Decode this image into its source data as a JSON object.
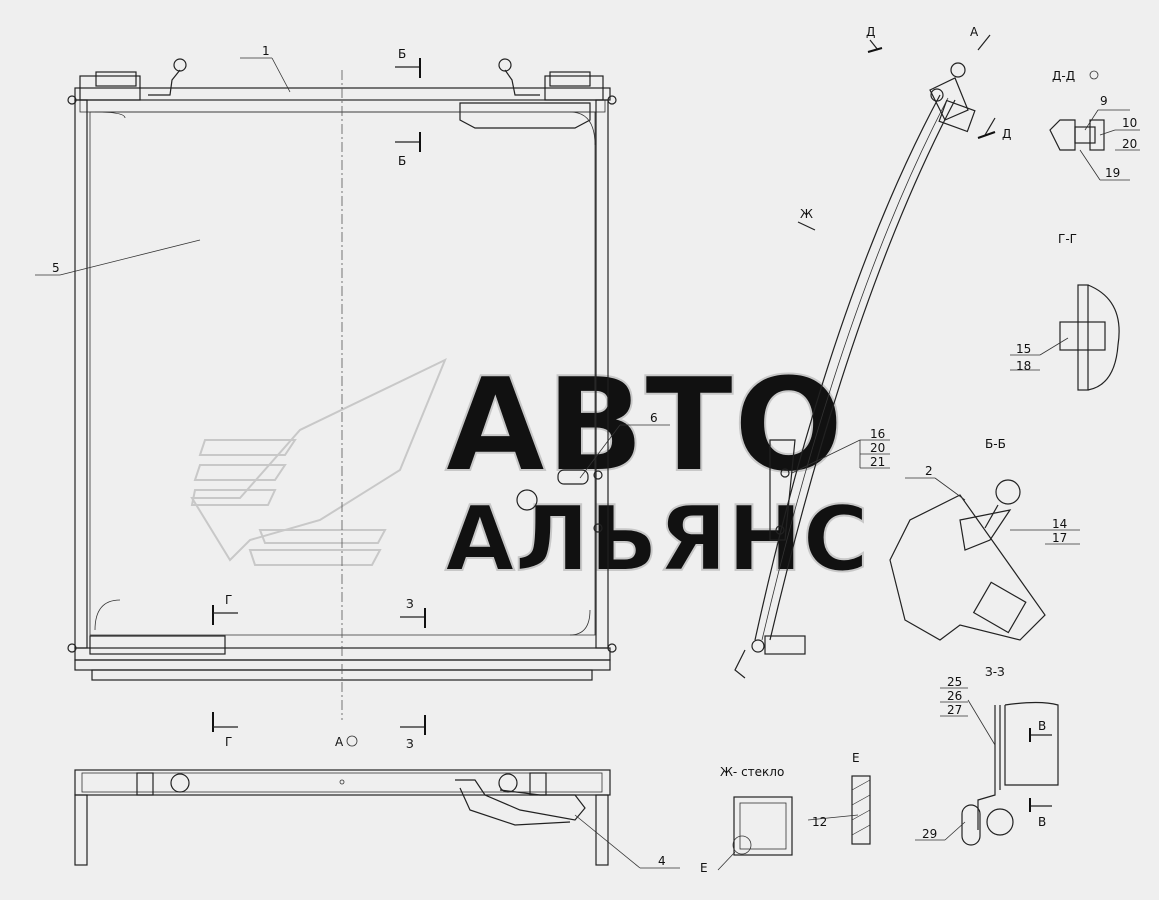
{
  "labels": {
    "n1": "1",
    "n2": "2",
    "n4": "4",
    "n5": "5",
    "n6": "6",
    "n9": "9",
    "n10": "10",
    "n12": "12",
    "n14": "14",
    "n15": "15",
    "n16": "16",
    "n17": "17",
    "n18": "18",
    "n19": "19",
    "n20a": "20",
    "n20b": "20",
    "n21": "21",
    "n25": "25",
    "n26": "26",
    "n27": "27",
    "n29": "29"
  },
  "sections": {
    "b_top1": "Б",
    "b_top2": "Б",
    "g1": "Г",
    "g2": "Г",
    "z1": "З",
    "z2": "З",
    "a_view": "А",
    "d_view": "Д",
    "d_arrow2": "Д",
    "a_arrow": "А",
    "zh_arrow": "Ж",
    "dd_title": "Д-Д",
    "gg_title": "Г-Г",
    "bb_title": "Б-Б",
    "zz_title": "З-З",
    "e_title": "Е",
    "e_mark": "Е",
    "v1": "В",
    "v2": "В",
    "zh_glass": "Ж- стекло"
  },
  "watermark": {
    "line1": "АВТО",
    "line2": "АЛЬЯНС"
  }
}
